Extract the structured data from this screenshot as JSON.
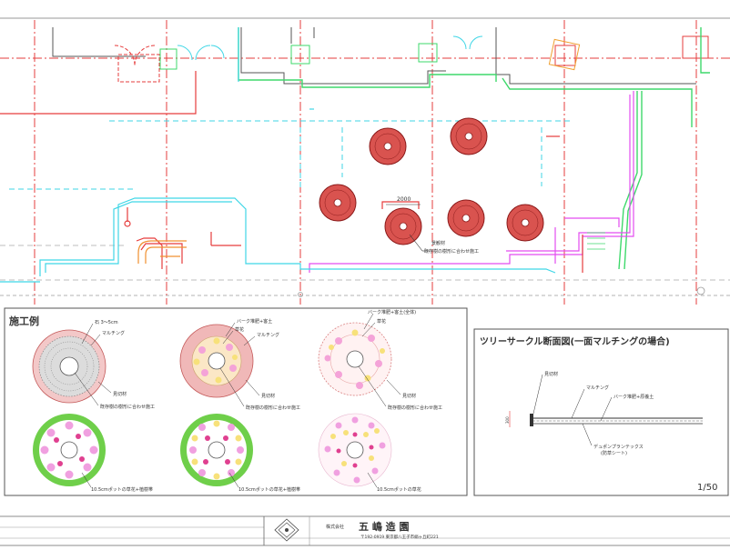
{
  "plan": {
    "dimension_label": "2000",
    "callout_line1": "景観材",
    "callout_line2": "既存樹の樹形に合わせ施工"
  },
  "example_panel": {
    "title": "施工例",
    "e1_stone": "石 3〜5cm",
    "e1_mulch": "マルチング",
    "e1_edge": "見切材",
    "e1_note": "既存樹の樹形に合わせ施工",
    "e2_bark": "バーク堆肥+客土",
    "e2_flower": "草花",
    "e2_mulch": "マルチング",
    "e2_edge": "見切材",
    "e2_note": "既存樹の樹形に合わせ施工",
    "e3_bark": "バーク堆肥+客土(全体)",
    "e3_flower": "草花",
    "e3_edge": "見切材",
    "e3_note": "既存樹の樹形に合わせ施工",
    "p1_caption": "10.5cmポットの草花+植樹帯",
    "p2_caption": "10.5cmポットの草花+植樹帯",
    "p3_caption": "10.5cmポットの草花"
  },
  "section_panel": {
    "title": "ツリーサークル断面図(一面マルチングの場合)",
    "lbl_edge": "見切材",
    "lbl_mulch": "マルチング",
    "lbl_bark": "バーク堆肥+原養土",
    "lbl_sheet": "デュポンプランテックス",
    "lbl_sheet2": "(防草シート)",
    "lbl_dim": "300",
    "scale": "1/50"
  },
  "title_block": {
    "company_prefix": "株式会社",
    "company_name": "五 嶋 造 園",
    "address": "〒192-0919 東京都八王子市絹ヶ丘町221"
  },
  "colors": {
    "tree_fill": "#d9534f",
    "tree_ring": "#8b1a1a",
    "cyan": "#3fd6e6",
    "red": "#e63c3c",
    "green": "#3ed96b",
    "magenta": "#e34cf0",
    "gray": "#9a9a9a"
  }
}
